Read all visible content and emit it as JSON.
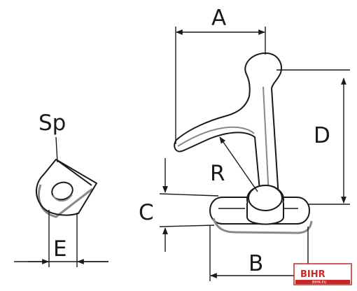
{
  "diagram": {
    "labels": {
      "a": "A",
      "b": "B",
      "c": "C",
      "d": "D",
      "e": "E",
      "r": "R",
      "sp": "Sp"
    },
    "watermark": {
      "text": "BIHR",
      "subtext": "BIHR.EU",
      "color": "#c62828"
    },
    "line_color": "#1a1a1a",
    "shadow_color": "#888888"
  }
}
